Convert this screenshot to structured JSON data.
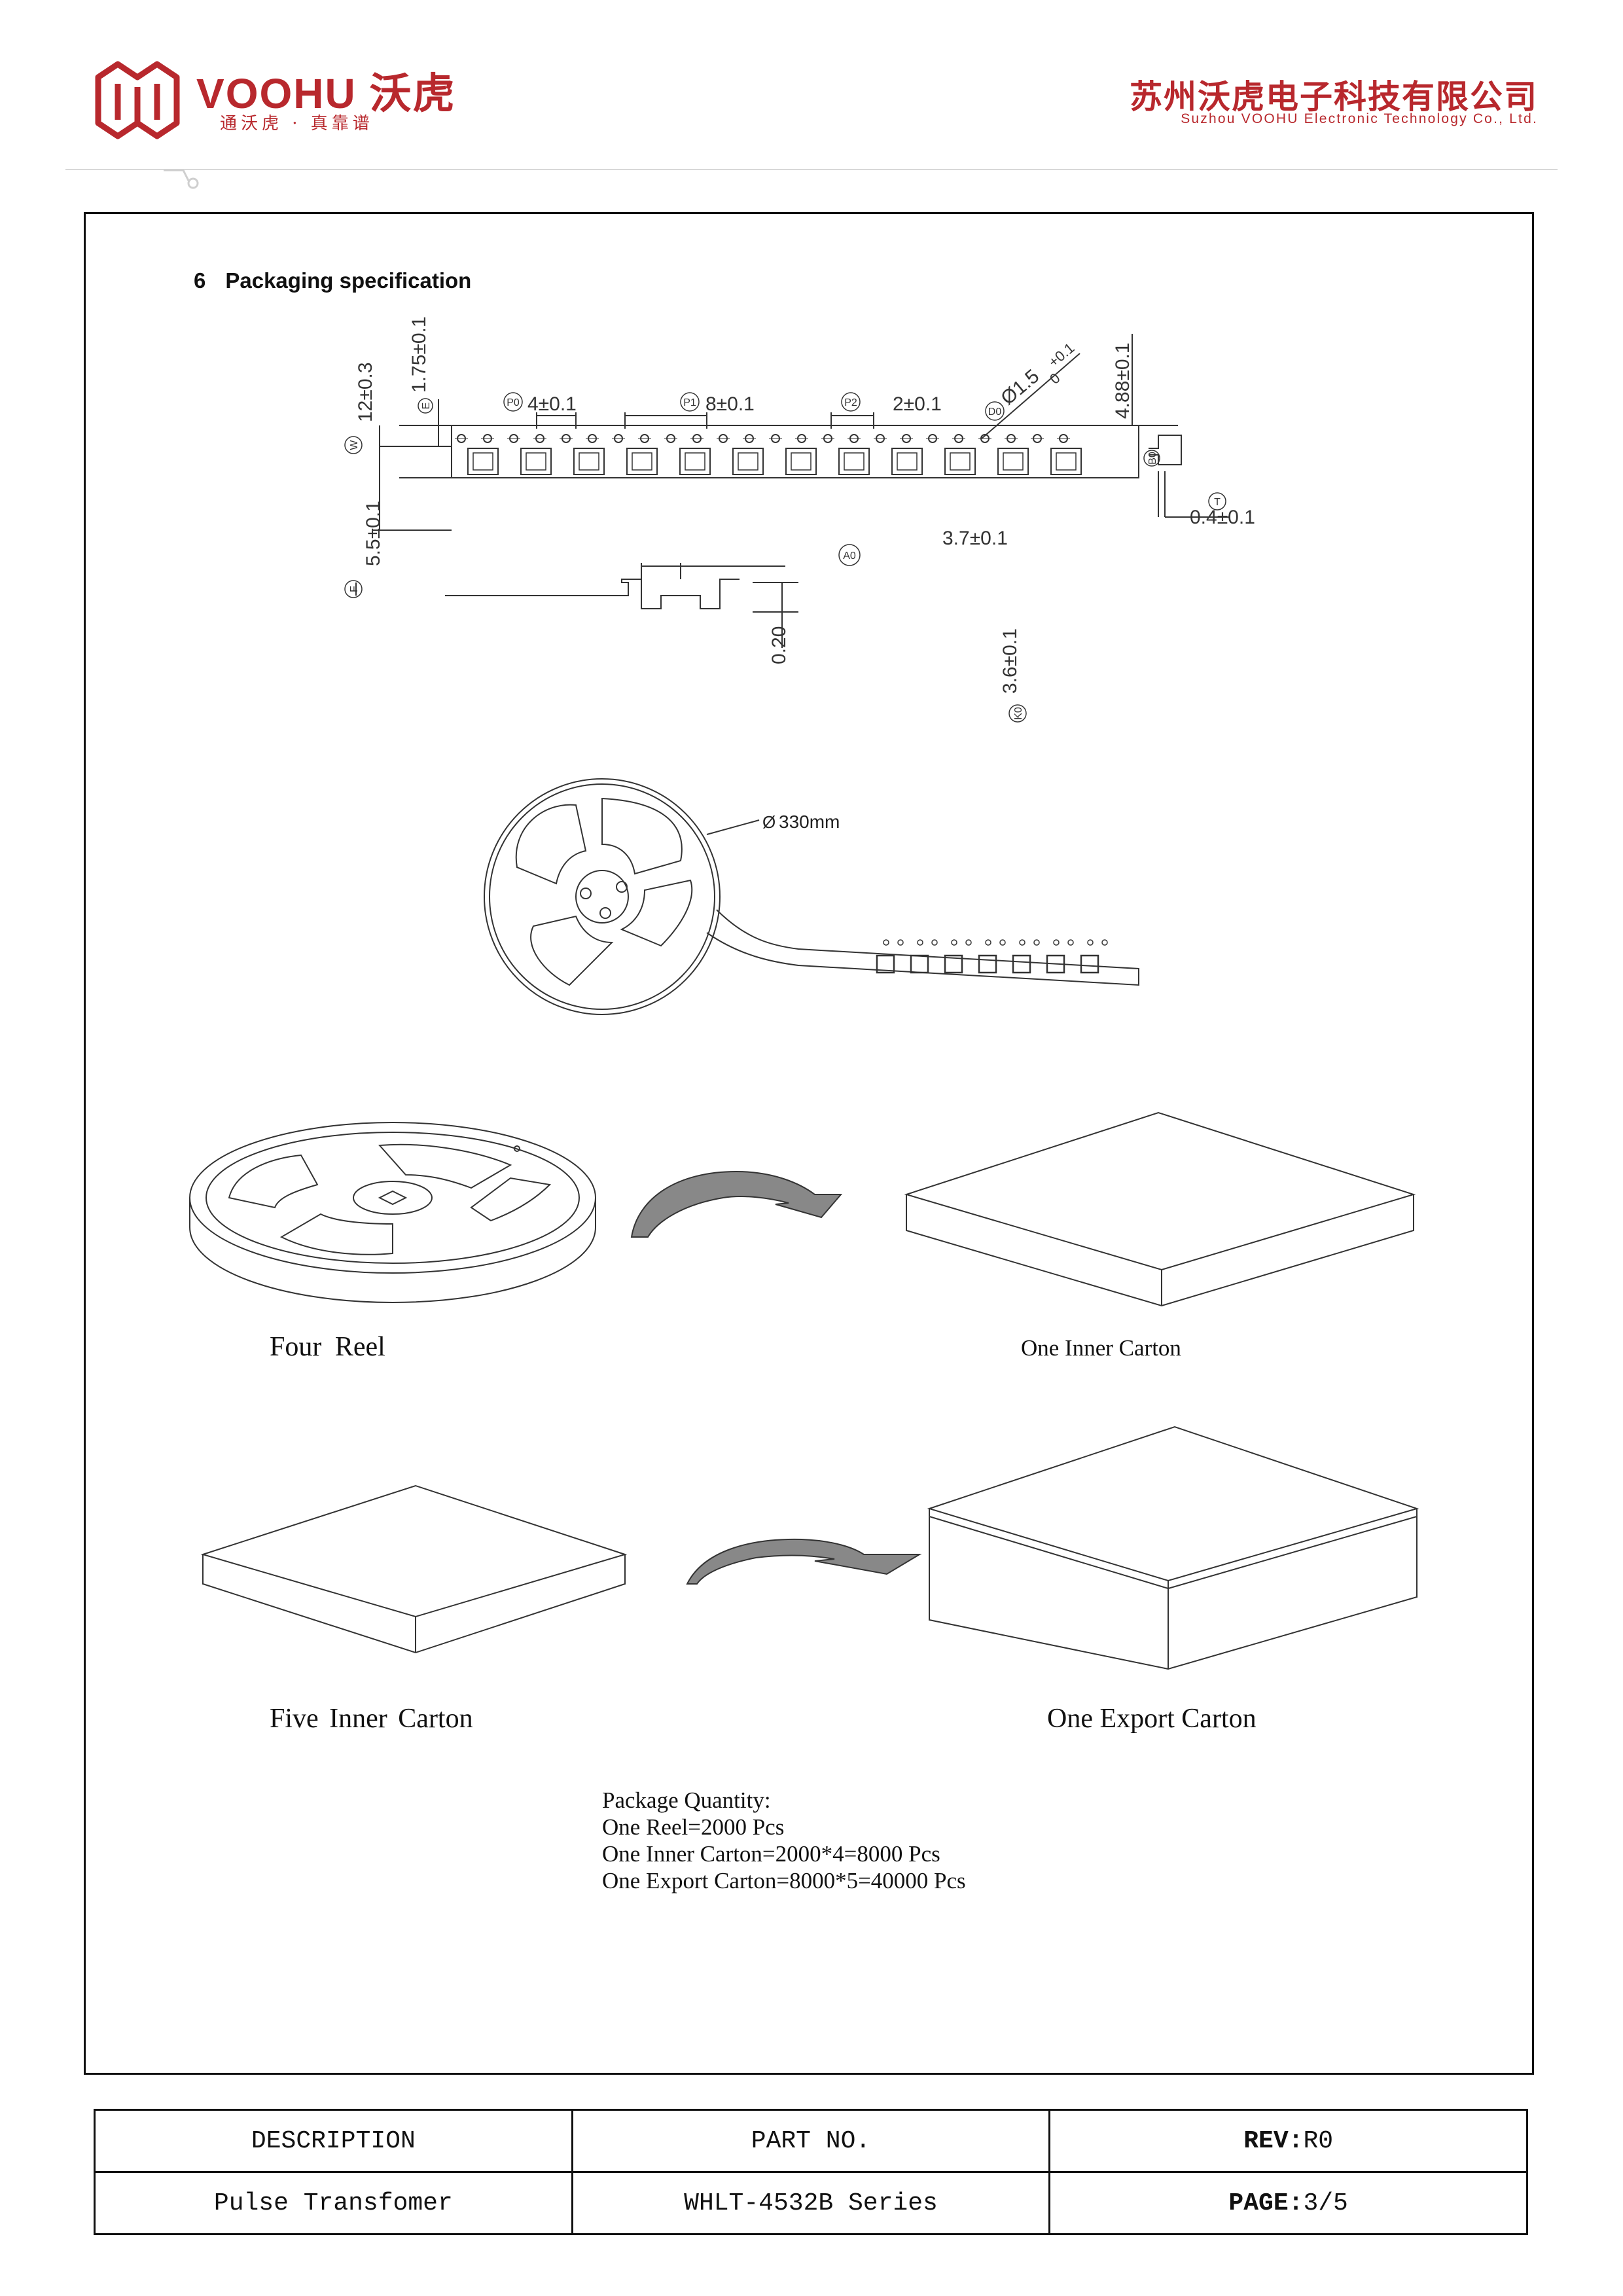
{
  "header": {
    "logo_word": "VOOHU 沃虎",
    "logo_slogan": "通沃虎 · 真靠谱",
    "company_cn": "苏州沃虎电子科技有限公司",
    "company_en": "Suzhou VOOHU Electronic Technology Co., Ltd.",
    "brand_color": "#b8282d"
  },
  "section": {
    "number": "6",
    "title": "Packaging specification"
  },
  "tape_drawing": {
    "dim_W": "12±0.3",
    "dim_E": "1.75±0.1",
    "dim_F": "5.5±0.1",
    "dim_P0": "4±0.1",
    "dim_P1": "8±0.1",
    "dim_P2": "2±0.1",
    "dim_D0": "Ø1.5",
    "dim_D0_tol_upper": "+0.1",
    "dim_D0_tol_lower": "0",
    "dim_B0": "4.88±0.1",
    "dim_T": "0.4±0.1",
    "dim_A0": "3.7±0.1",
    "dim_thickness": "0.20",
    "dim_K0": "3.6±0.1",
    "label_W": "W",
    "label_E": "E",
    "label_F": "F",
    "label_P0": "P0",
    "label_P1": "P1",
    "label_P2": "P2",
    "label_D0": "D0",
    "label_B0": "B0",
    "label_T": "T",
    "label_A0": "A0",
    "label_K0": "K0"
  },
  "reel_drawing": {
    "diameter_label": "330mm"
  },
  "captions": {
    "four_reel": "Four  Reel",
    "one_inner_carton": "One Inner Carton",
    "five_inner_carton": "Five  Inner Carton",
    "one_export_carton": "One Export Carton"
  },
  "package_quantity": {
    "heading": "Package Quantity:",
    "line1": "One Reel=2000 Pcs",
    "line2": "One Inner Carton=2000*4=8000 Pcs",
    "line3": "One Export Carton=8000*5=40000 Pcs"
  },
  "footer": {
    "col1_header": "DESCRIPTION",
    "col2_header": "PART NO.",
    "col3_header_label": "REV:",
    "col3_header_value": "R0",
    "col1_value": "Pulse Transfomer",
    "col2_value": "WHLT-4532B Series",
    "col3_value_label": "PAGE:",
    "col3_value_value": "3/5"
  }
}
